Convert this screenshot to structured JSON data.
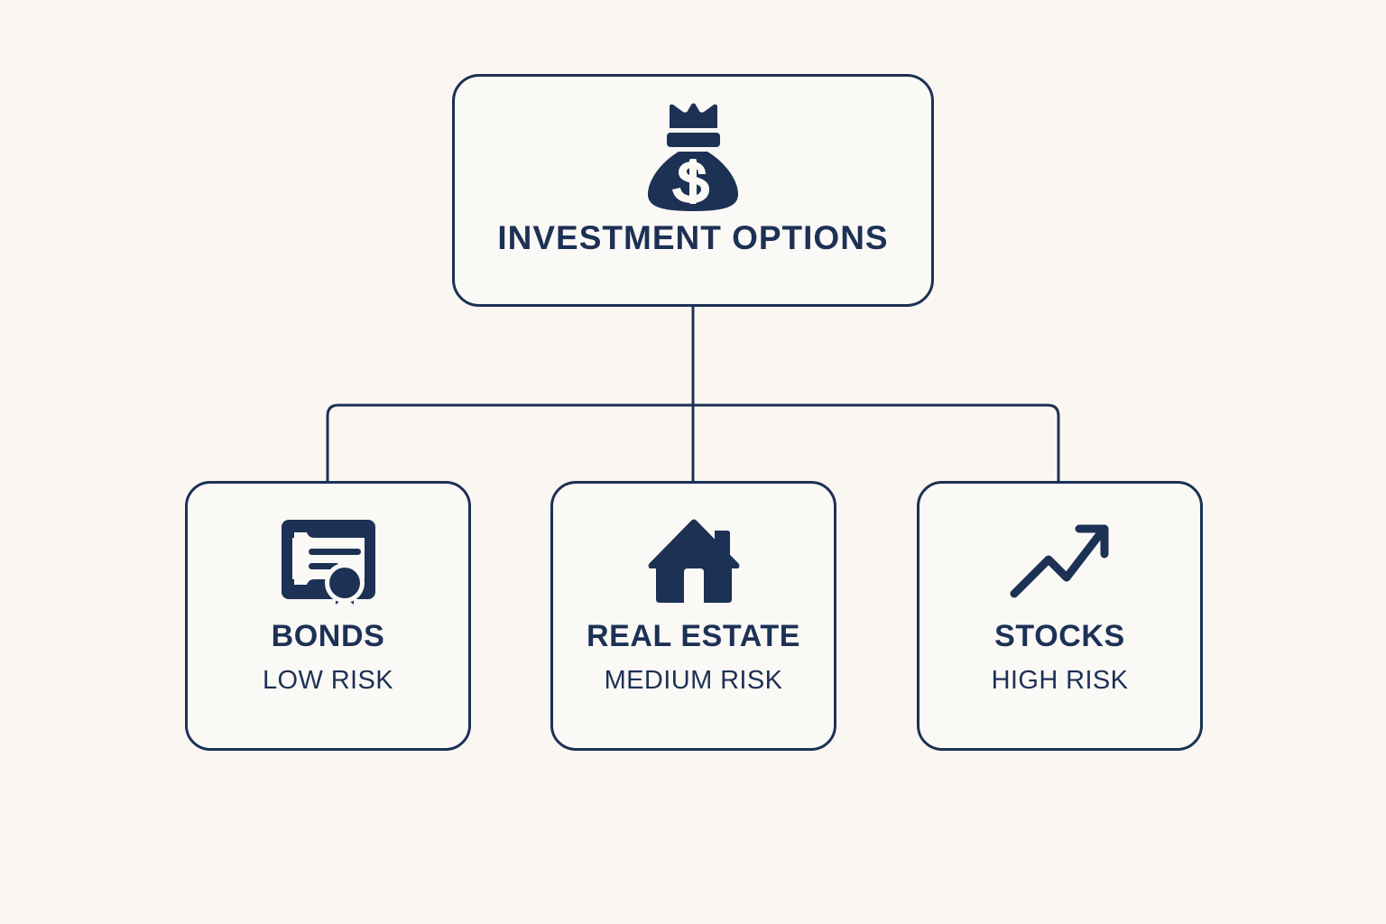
{
  "diagram": {
    "type": "hierarchy-tree",
    "background_color": "#faf7f2",
    "accent_color": "#1d3155",
    "card_fill": "#fbf9f6",
    "root": {
      "title": "INVESTMENT OPTIONS",
      "icon": "money-bag-icon"
    },
    "children": [
      {
        "title": "BONDS",
        "subtitle": "LOW RISK",
        "icon": "certificate-icon"
      },
      {
        "title": "REAL ESTATE",
        "subtitle": "MEDIUM RISK",
        "icon": "house-icon"
      },
      {
        "title": "STOCKS",
        "subtitle": "HIGH RISK",
        "icon": "trending-up-arrow-icon"
      }
    ]
  }
}
